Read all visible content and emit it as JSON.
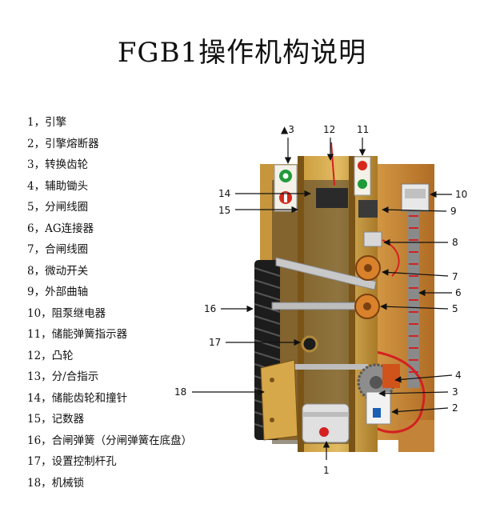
{
  "title": "FGB1操作机构说明",
  "legend": [
    "1，引擎",
    "2，引擎熔断器",
    "3，转换齿轮",
    "4，辅助锄头",
    "5，分闸线圈",
    "6，AG连接器",
    "7，合闸线圈",
    "8，微动开关",
    "9，外部曲轴",
    "10，阻泵继电器",
    "11，储能弹簧指示器",
    "12，凸轮",
    "13，分/合指示",
    "14，储能齿轮和撞针",
    "15，记数器",
    "16，合闸弹簧（分闸弹簧在底盘）",
    "17，设置控制杆孔",
    "18，机械锁"
  ],
  "callouts": {
    "c1": "1",
    "c2": "2",
    "c3": "3",
    "c4": "4",
    "c5": "5",
    "c6": "6",
    "c7": "7",
    "c8": "8",
    "c9": "9",
    "c10": "10",
    "c11": "11",
    "c12": "12",
    "c13": "▲3",
    "c14": "14",
    "c15": "15",
    "c16": "16",
    "c17": "17",
    "c18": "18"
  },
  "indicator_symbols": {
    "open": "O",
    "close": "I"
  },
  "colors": {
    "frame": "#b8862e",
    "frame_dark": "#7a5416",
    "back_panel": "#c98c3a",
    "spring": "#1c1c1c",
    "coil": "#d9822b",
    "red_wire": "#d42020",
    "green_button": "#1f9a3a",
    "red_button": "#d6281c"
  }
}
